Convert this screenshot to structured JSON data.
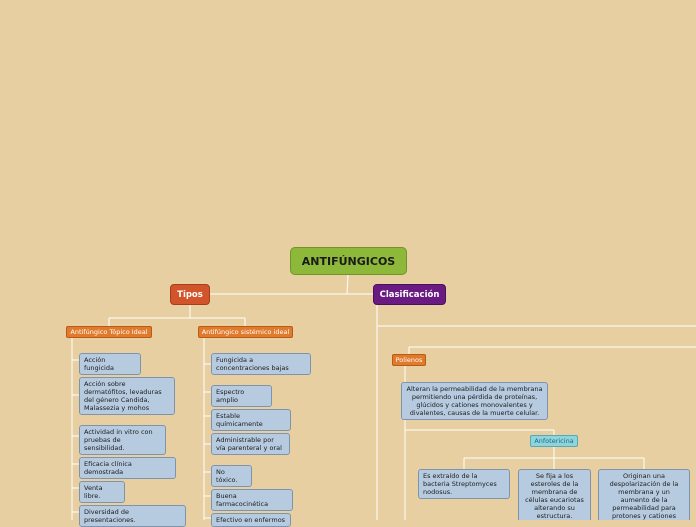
{
  "root": {
    "title": "ANTIFÚNGICOS"
  },
  "tipos": {
    "label": "Tipos",
    "topico": {
      "label": "Antifúngico Tópico Ideal",
      "items": [
        "Acción fungicida",
        "Acción sobre dermatófitos, levaduras del género Candida, Malassezia y mohos",
        "Actividad in vitro con pruebas de sensibilidad.",
        "Eficacia clínica demostrada",
        "Venta libre.",
        "Diversidad de presentaciones."
      ]
    },
    "sistemico": {
      "label": "Antifúngico sistémico ideal",
      "items": [
        "Fungicida a concentraciones bajas",
        "Espectro amplio",
        "Estable químicamente",
        "Administrable por vía parenteral y oral",
        "No tóxico.",
        "Buena farmacocinética",
        "Efectivo en enfermos"
      ]
    }
  },
  "clasificacion": {
    "label": "Clasificación",
    "polienos": {
      "label": "Polienos",
      "description": "Alteran la permeabilidad de la membrana permitiendo una pérdida de proteínas, glúcidos y cationes monovalentes y divalentes, causas de la muerte celular.",
      "anfotericina": {
        "label": "Anfotericina",
        "items": [
          "Es extraído de la bacteria Streptomyces nodosus.",
          "Se fija a los esteroles de la membrana de células eucariotas alterando su estructura.",
          "Originan una despolarización de la membrana y un aumento de la permeabilidad para protones y cationes monovalentes con"
        ]
      }
    }
  }
}
